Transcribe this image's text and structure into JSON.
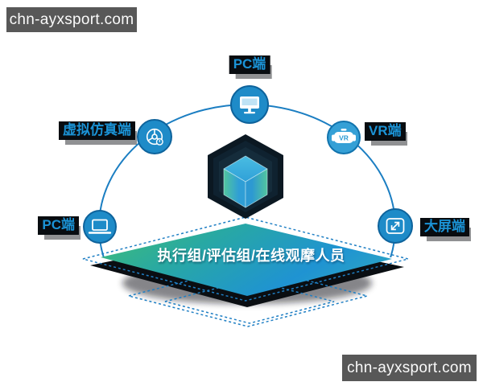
{
  "watermarks": {
    "top_left": "chn-ayxsport.com",
    "bottom_right": "chn-ayxsport.com"
  },
  "diagram": {
    "platform_label": "执行组/评估组/在线观摩人员",
    "vr_icon_text": "VR",
    "nodes": [
      {
        "label": "PC端",
        "icon": "monitor-icon",
        "position": "top"
      },
      {
        "label": "虚拟仿真端",
        "icon": "steering-wheel-icon",
        "position": "upper-left"
      },
      {
        "label": "VR端",
        "icon": "vr-headset-icon",
        "position": "upper-right"
      },
      {
        "label": "PC端",
        "icon": "laptop-icon",
        "position": "left"
      },
      {
        "label": "大屏端",
        "icon": "fullscreen-icon",
        "position": "right"
      }
    ],
    "colors": {
      "node_fill": "#1e8bc8",
      "node_fill_light": "#35a0d6",
      "node_border": "#0e639c",
      "label_text": "#1b93d6",
      "arc_stroke": "#1b7ec2",
      "platform_green": "#3ebc7a",
      "platform_teal": "#28a8a4",
      "platform_blue": "#1f93d2",
      "hexagon_dark": "#0b1822",
      "watermark_bg": "#585858"
    }
  }
}
